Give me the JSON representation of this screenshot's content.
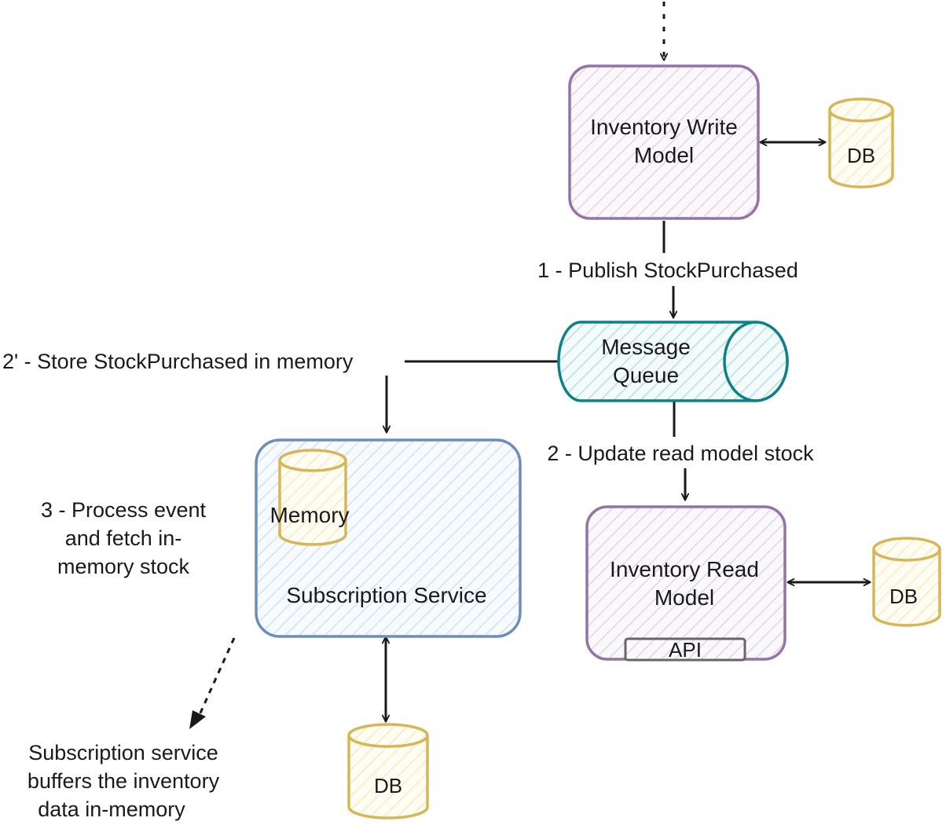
{
  "nodes": {
    "write_model": {
      "line1": "Inventory Write",
      "line2": "Model"
    },
    "write_db": {
      "label": "DB"
    },
    "queue": {
      "line1": "Message",
      "line2": "Queue"
    },
    "read_model": {
      "line1": "Inventory Read",
      "line2": "Model",
      "api": "API"
    },
    "read_db": {
      "label": "DB"
    },
    "subscription": {
      "label": "Subscription Service"
    },
    "memory": {
      "label": "Memory"
    },
    "sub_db": {
      "label": "DB"
    }
  },
  "edges": {
    "publish": "1 - Publish StockPurchased",
    "store_memory": "2' - Store StockPurchased in memory",
    "update_read": "2 - Update read model stock"
  },
  "notes": {
    "process": [
      "3 - Process event",
      "and fetch in-",
      "memory stock"
    ],
    "buffer": [
      "Subscription service",
      "buffers the inventory",
      "data in-memory"
    ]
  },
  "colors": {
    "purple_stroke": "#9673a6",
    "purple_fill": "#e1d5e7",
    "blue_stroke": "#6c8ebf",
    "blue_fill": "#dae8fc",
    "teal_stroke": "#0e8088",
    "teal_fill": "#b0e3e6",
    "yellow_stroke": "#d6b656",
    "yellow_fill": "#fff2cc",
    "gray_stroke": "#666666"
  }
}
